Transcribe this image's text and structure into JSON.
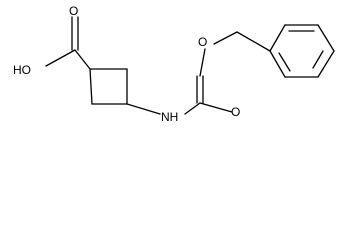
{
  "atoms": {
    "hydroxyl": "HO",
    "carbonyl_oxygen_acid": "O",
    "ester_oxygen": "O",
    "carbonyl_oxygen_carbamate": "O",
    "amine": "NH"
  },
  "colors": {
    "bond": "#000000",
    "text": "#000000",
    "background": "#ffffff"
  }
}
